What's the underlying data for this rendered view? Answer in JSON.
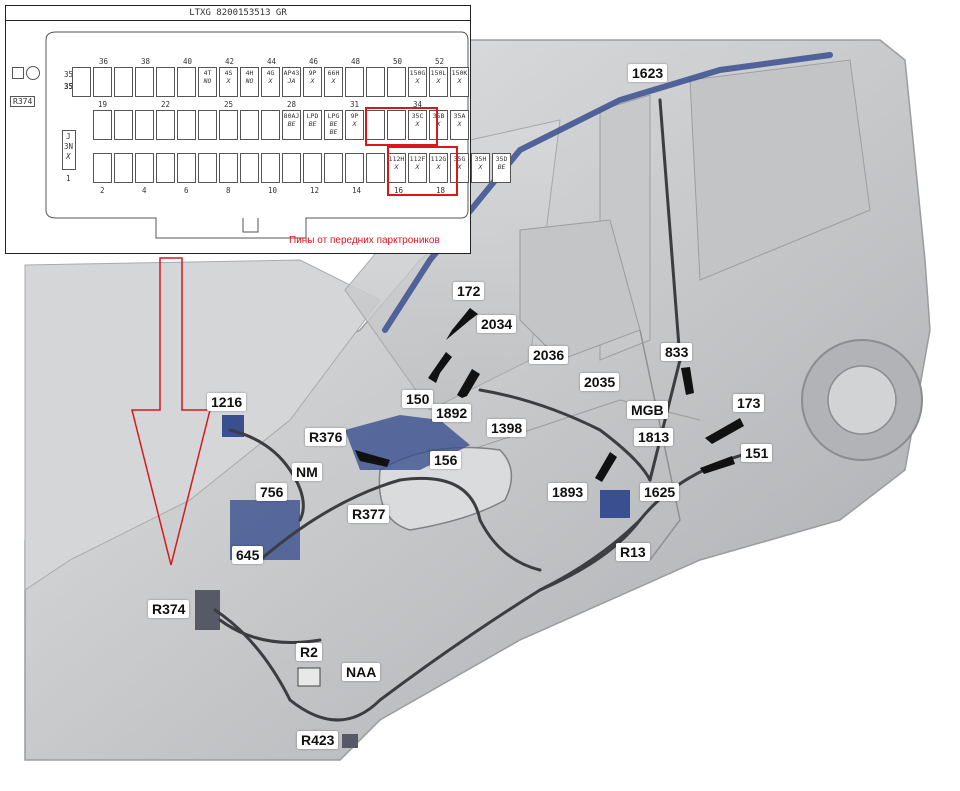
{
  "inset": {
    "title": "LTXG   8200153513  GR",
    "left_connector": {
      "label": "R374",
      "box_labels": [
        "35",
        "J",
        "3N",
        "X",
        "1"
      ]
    },
    "top_numbers": [
      "36",
      "38",
      "40",
      "42",
      "44",
      "46",
      "48",
      "50",
      "52"
    ],
    "row1_cells": [
      {
        "t": "",
        "s": ""
      },
      {
        "t": "",
        "s": ""
      },
      {
        "t": "",
        "s": ""
      },
      {
        "t": "",
        "s": ""
      },
      {
        "t": "",
        "s": ""
      },
      {
        "t": "",
        "s": ""
      },
      {
        "t": "4T",
        "s": "NO"
      },
      {
        "t": "4S",
        "s": "X"
      },
      {
        "t": "4H",
        "s": "NO"
      },
      {
        "t": "4G",
        "s": "X"
      },
      {
        "t": "AP43",
        "s": "JA"
      },
      {
        "t": "9P",
        "s": "X"
      },
      {
        "t": "66H",
        "s": "X"
      },
      {
        "t": "",
        "s": ""
      },
      {
        "t": "",
        "s": ""
      },
      {
        "t": "",
        "s": ""
      },
      {
        "t": "150G",
        "s": "X"
      },
      {
        "t": "150L",
        "s": "X"
      },
      {
        "t": "150K",
        "s": "X"
      }
    ],
    "row2_numbers": [
      "19",
      "22",
      "25",
      "28",
      "31",
      "34"
    ],
    "row2_cells": [
      {
        "t": "",
        "s": ""
      },
      {
        "t": "",
        "s": ""
      },
      {
        "t": "",
        "s": ""
      },
      {
        "t": "",
        "s": ""
      },
      {
        "t": "",
        "s": ""
      },
      {
        "t": "",
        "s": ""
      },
      {
        "t": "",
        "s": ""
      },
      {
        "t": "",
        "s": ""
      },
      {
        "t": "",
        "s": ""
      },
      {
        "t": "80AJ",
        "s": "BE"
      },
      {
        "t": "LPD",
        "s": "BE"
      },
      {
        "t": "LPG",
        "s": "BE BE"
      },
      {
        "t": "9P",
        "s": "X"
      },
      {
        "t": "",
        "s": ""
      },
      {
        "t": "",
        "s": ""
      },
      {
        "t": "35C",
        "s": "X"
      },
      {
        "t": "35B",
        "s": "X"
      },
      {
        "t": "35A",
        "s": "X"
      }
    ],
    "row3_cells": [
      {
        "t": "",
        "s": ""
      },
      {
        "t": "",
        "s": ""
      },
      {
        "t": "",
        "s": ""
      },
      {
        "t": "",
        "s": ""
      },
      {
        "t": "",
        "s": ""
      },
      {
        "t": "",
        "s": ""
      },
      {
        "t": "",
        "s": ""
      },
      {
        "t": "",
        "s": ""
      },
      {
        "t": "",
        "s": ""
      },
      {
        "t": "",
        "s": ""
      },
      {
        "t": "",
        "s": ""
      },
      {
        "t": "",
        "s": ""
      },
      {
        "t": "",
        "s": ""
      },
      {
        "t": "",
        "s": ""
      },
      {
        "t": "112H",
        "s": "X"
      },
      {
        "t": "112F",
        "s": "X"
      },
      {
        "t": "112G",
        "s": "X"
      },
      {
        "t": "35G",
        "s": "X"
      },
      {
        "t": "35H",
        "s": "X"
      },
      {
        "t": "35D",
        "s": "BE"
      }
    ],
    "bottom_numbers": [
      "2",
      "4",
      "6",
      "8",
      "10",
      "12",
      "14",
      "16",
      "18"
    ],
    "red_note": "Пины от передних парктроников"
  },
  "callouts": {
    "c1623": "1623",
    "c172": "172",
    "c2034": "2034",
    "c2036": "2036",
    "c833": "833",
    "c2035": "2035",
    "c150": "150",
    "c1892": "1892",
    "c1216": "1216",
    "cR376": "R376",
    "c1398": "1398",
    "cMGB": "MGB",
    "c173": "173",
    "c1813": "1813",
    "c151": "151",
    "c156": "156",
    "cNM": "NM",
    "c756": "756",
    "c1893": "1893",
    "c1625": "1625",
    "cR377": "R377",
    "c645": "645",
    "cR13": "R13",
    "cR374": "R374",
    "cR2": "R2",
    "cNAA": "NAA",
    "cR423": "R423"
  },
  "colors": {
    "arrow": "#111111",
    "highlight_red": "#d7191c",
    "harness_blue": "#3a4f8f",
    "car_gray": "#c9cbcd"
  }
}
